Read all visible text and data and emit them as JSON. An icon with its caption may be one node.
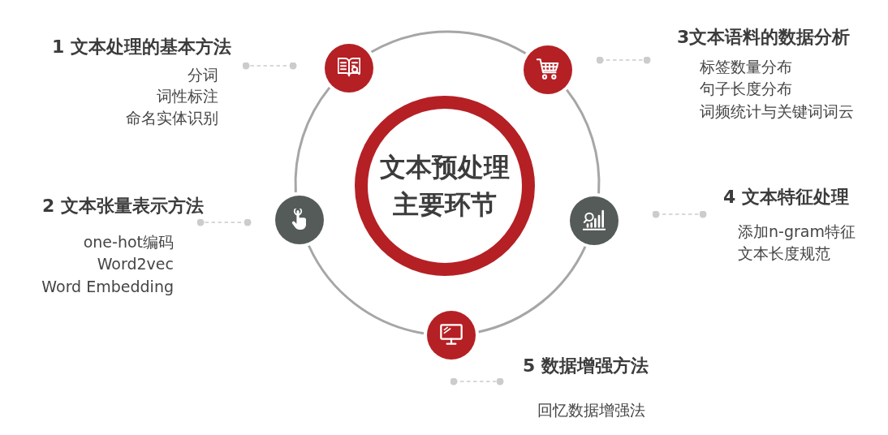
{
  "diagram": {
    "nodes": [
      {
        "text": [
          "1 文本处理的基本方法",
          "分词",
          "词性标注",
          "命名实体识别"
        ]
      },
      {
        "text": [],
        "shape": "circle"
      },
      {
        "text": [],
        "shape": "circle"
      },
      {
        "text": [
          "3文本语料的数据分析",
          "标签数量分布",
          "句子长度分布",
          "词频统计与关键词词云"
        ]
      },
      {
        "text": [
          "文本预处理主要环节"
        ]
      },
      {
        "text": [
          "2 文本张量表示方法",
          "one-hot编码",
          "Word2vec",
          "Word Embedding"
        ]
      },
      {
        "text": [],
        "shape": "circle"
      },
      {
        "text": [],
        "shape": "circle"
      },
      {
        "text": [
          "4 文本特征处理",
          "添加n-gram特征",
          "文本长度规范"
        ]
      },
      {
        "text": [],
        "shape": "circle"
      },
      {
        "text": [
          "5 数据增强方法",
          "回忆数据增强法"
        ]
      }
    ],
    "edges": [
      {
        "from": 1,
        "to": 0,
        "arrow": "other",
        "style": "dashed",
        "color": "#cccccc"
      },
      {
        "from": 2,
        "to": 3,
        "arrow": "other",
        "style": "dashed",
        "color": "#cccccc"
      },
      {
        "from": 6,
        "to": 5,
        "arrow": "other",
        "style": "dashed",
        "color": "#cccccc"
      },
      {
        "from": 7,
        "to": 8,
        "arrow": "other",
        "style": "dashed",
        "color": "#cccccc"
      },
      {
        "from": 9,
        "to": 10,
        "arrow": "other",
        "style": "dashed",
        "color": "#cccccc"
      },
      {
        "from": 1,
        "to": 2,
        "arrow": "none"
      },
      {
        "from": 2,
        "to": 7,
        "arrow": "none"
      },
      {
        "from": 7,
        "to": 9,
        "arrow": "none"
      },
      {
        "from": 9,
        "to": 6,
        "arrow": "none"
      },
      {
        "from": 6,
        "to": 1,
        "arrow": "none"
      }
    ]
  }
}
